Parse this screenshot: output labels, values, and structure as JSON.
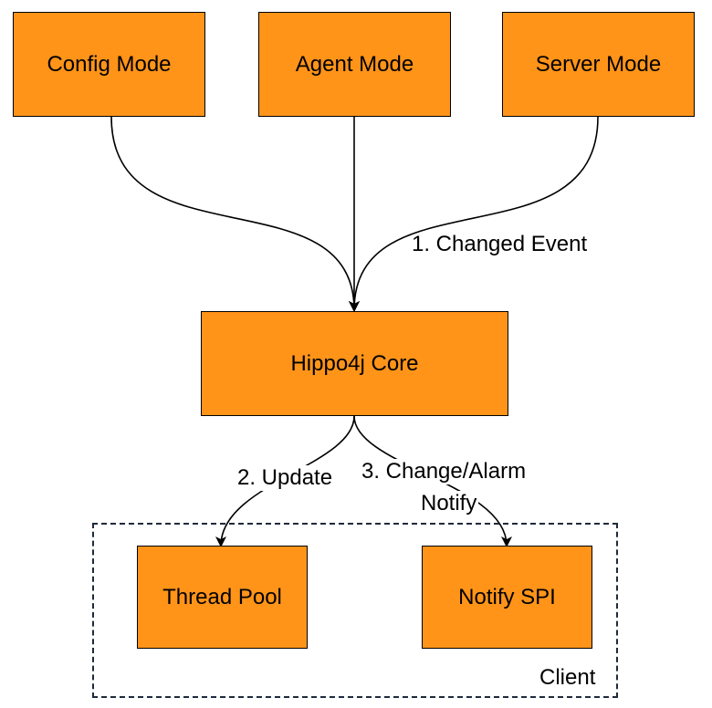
{
  "colors": {
    "node_fill": "#ff9419",
    "stroke": "#000000",
    "group_border": "#1f2a3c"
  },
  "nodes": {
    "config_mode": "Config Mode",
    "agent_mode": "Agent Mode",
    "server_mode": "Server Mode",
    "core": "Hippo4j Core",
    "thread_pool": "Thread Pool",
    "notify_spi": "Notify SPI"
  },
  "group": {
    "label": "Client"
  },
  "edge_labels": {
    "changed_event": "1. Changed Event",
    "update": "2. Update",
    "change_alarm_line1": "3. Change/Alarm",
    "change_alarm_line2": "Notify"
  }
}
